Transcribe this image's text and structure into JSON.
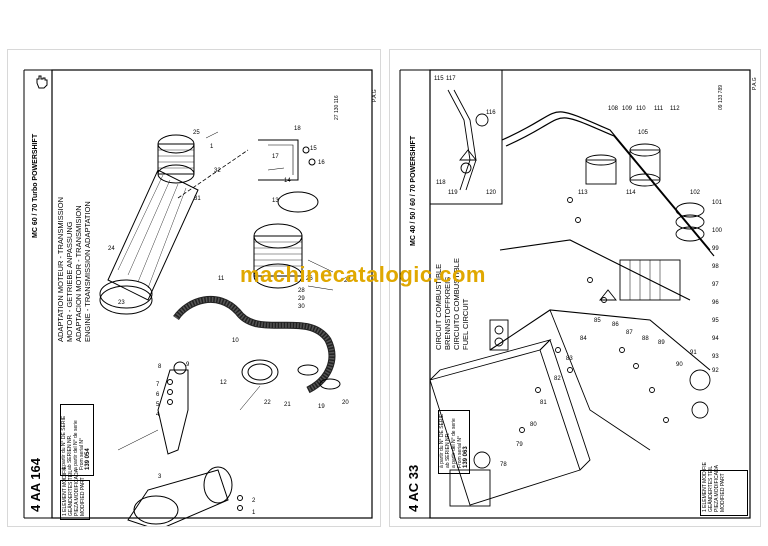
{
  "left_page": {
    "code": "4 AA 164",
    "model": "MC 60 / 70 Turbo POWERSHIFT",
    "titles": [
      "ADAPTATION MOTEUR - TRANSMISSION",
      "MOTOR - GETRIEBE ANPASSUNG",
      "ADAPTACION MOTOR - TRANSMISION",
      "ENGINE - TRANSMISSION ADAPTATION"
    ],
    "ref": "27 130 116",
    "corner": "P.A.G",
    "stamp_lines": [
      "à partir du N° DE SERIE",
      "ab SERIEN NR.",
      "a partir del N° de serie",
      "From serial N°"
    ],
    "stamp_number": "139 054",
    "note_lines": [
      "1 ELEMENT MODIFIE",
      "GEÄNDERTES TEIL",
      "PIEZA MODIFICADA",
      "MODIFIED PART"
    ],
    "callouts": [
      "25",
      "1",
      "32",
      "31",
      "24",
      "13",
      "14",
      "15",
      "16",
      "17",
      "18",
      "19",
      "20",
      "21",
      "22",
      "23",
      "26",
      "27",
      "28",
      "29",
      "30",
      "11",
      "10",
      "9",
      "8",
      "7",
      "6",
      "5",
      "4",
      "3",
      "2",
      "1",
      "12"
    ]
  },
  "right_page": {
    "code": "4 AC 33",
    "model": "MC 40 / 50 / 60 / 70 POWERSHIFT",
    "titles": [
      "CIRCUIT COMBUSTIBLE",
      "BRENNSTOFFKREIS",
      "CIRCUITO COMBUSTIBLE",
      "FUEL CIRCUIT"
    ],
    "ref": "09 133 789",
    "corner": "P.A.G",
    "stamp_lines": [
      "à partir du N° DE SERIE",
      "ab SERIEN NR.",
      "a partir del N° de serie",
      "From serial N°"
    ],
    "stamp_number": "139 063",
    "note_lines": [
      "1 ELEMENT MODIFIE",
      "GEÄNDERTES TEIL",
      "PIEZA MODIFICADA",
      "MODIFIED PART"
    ],
    "callouts": [
      "115",
      "117",
      "116",
      "118",
      "119",
      "120",
      "108",
      "109",
      "110",
      "111",
      "112",
      "113",
      "114",
      "105",
      "102",
      "101",
      "100",
      "99",
      "98",
      "97",
      "96",
      "95",
      "94",
      "93",
      "92",
      "91",
      "90",
      "89",
      "88",
      "87",
      "86",
      "85",
      "84",
      "83",
      "82",
      "81",
      "80",
      "79",
      "78"
    ]
  },
  "watermark": "machinecatalogic.com"
}
